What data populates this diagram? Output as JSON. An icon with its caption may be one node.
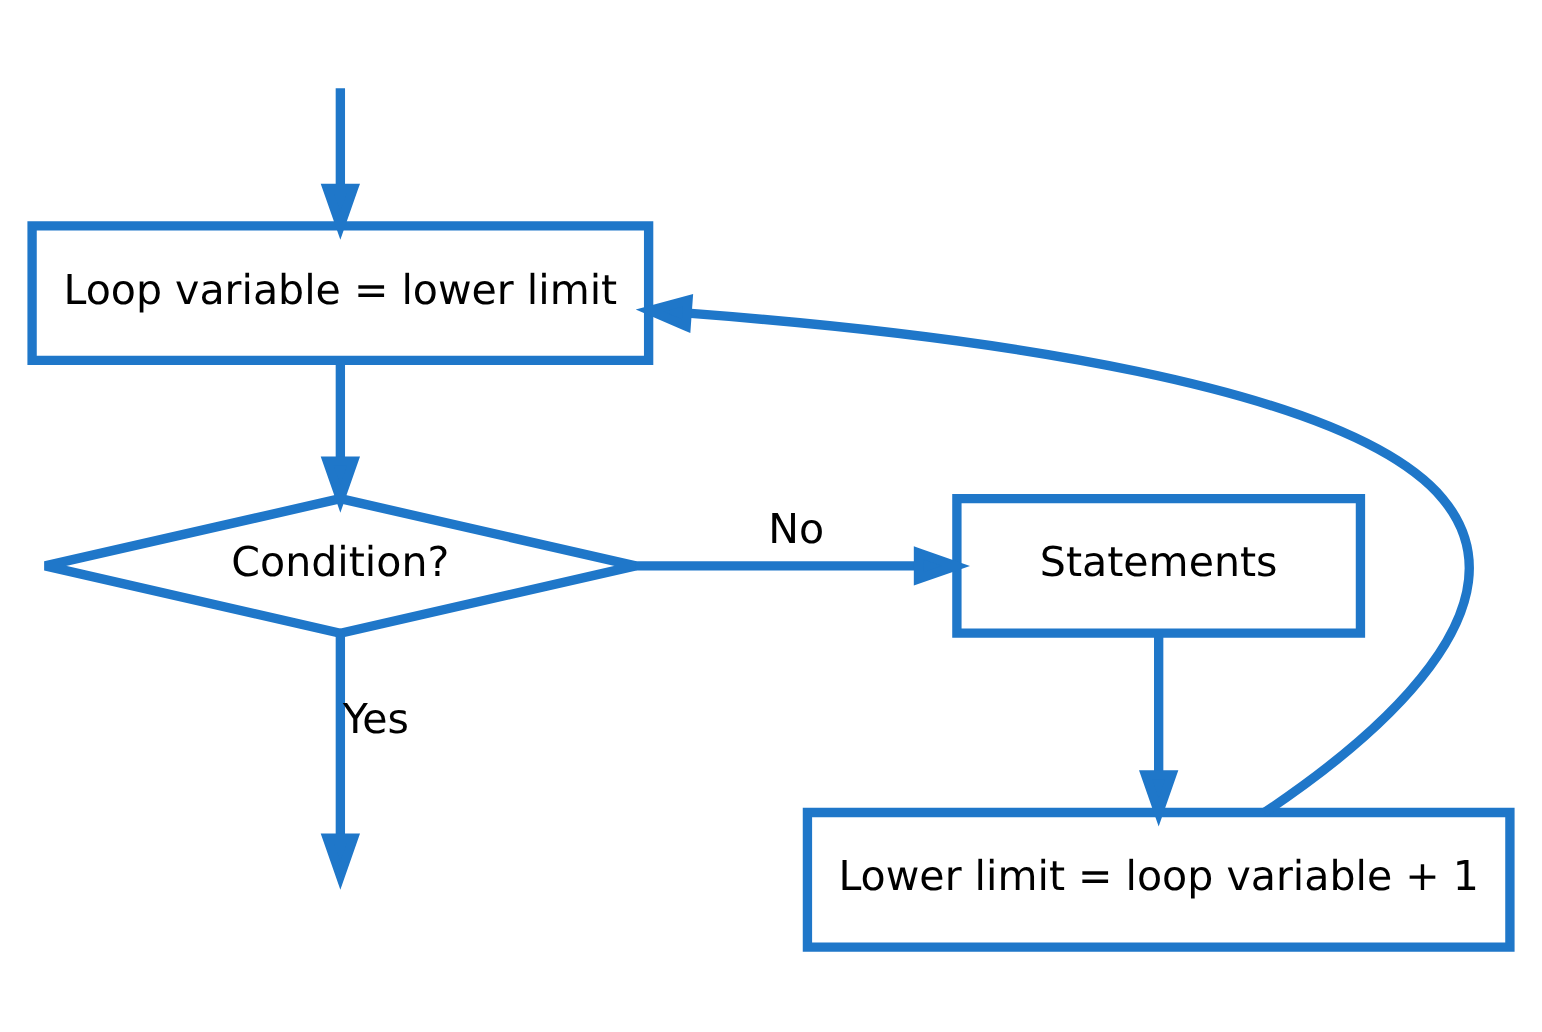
{
  "diagram": {
    "nodes": [
      {
        "text": [
          "Loop variable = lower limit"
        ]
      },
      {
        "text": [
          "Condition?"
        ]
      },
      {
        "text": [
          "Statements"
        ]
      },
      {
        "text": [
          "Lower limit = loop variable + 1"
        ]
      }
    ],
    "edges": [
      {
        "from": null,
        "to": 0,
        "arrow": "to"
      },
      {
        "from": 0,
        "to": 1,
        "arrow": "to"
      },
      {
        "from": 1,
        "to": 2,
        "arrow": "to",
        "label": "No"
      },
      {
        "from": 2,
        "to": 3,
        "arrow": "to"
      },
      {
        "from": 3,
        "to": 0,
        "arrow": "to"
      },
      {
        "from": 1,
        "to": null,
        "arrow": "to",
        "label": "Yes"
      }
    ]
  }
}
